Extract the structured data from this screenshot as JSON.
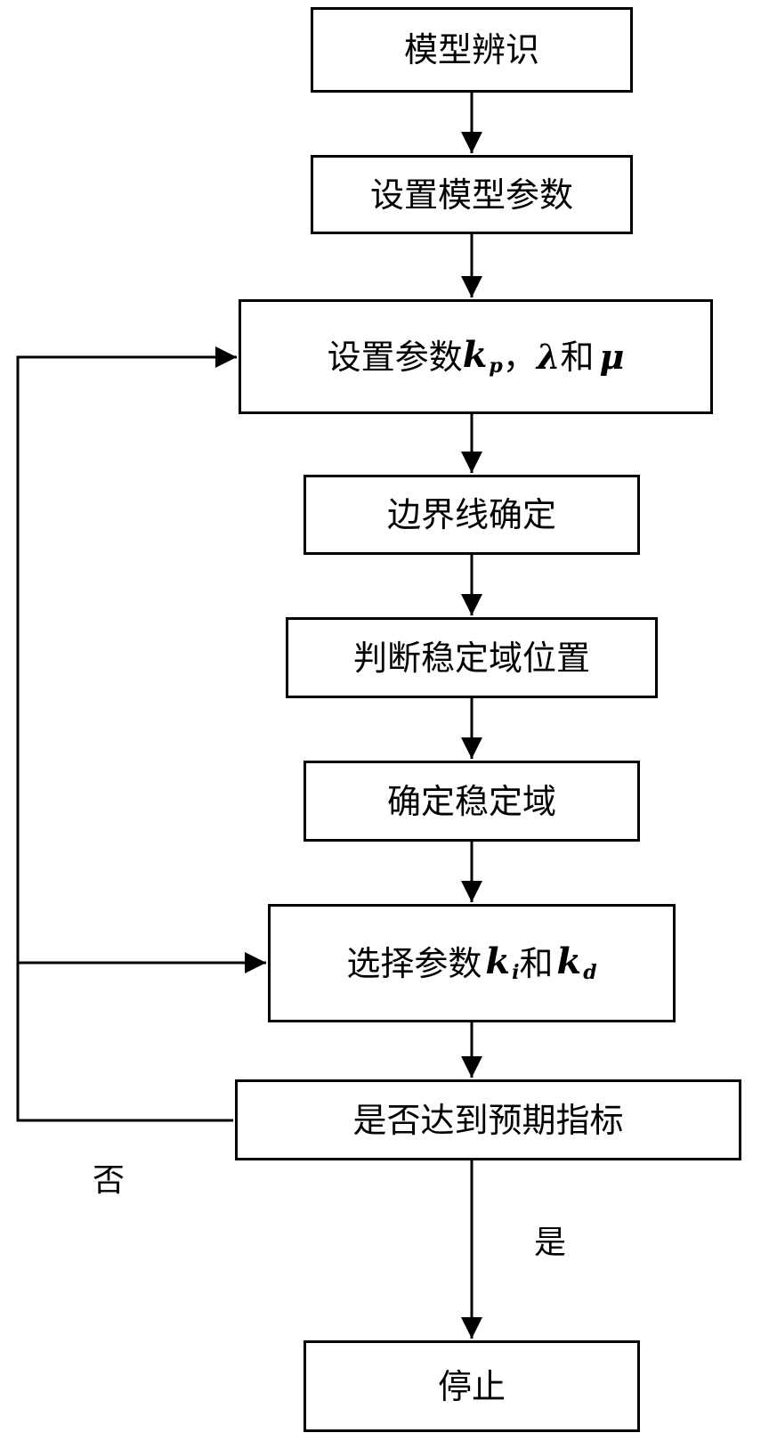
{
  "steps": {
    "model_identification": "模型辨识",
    "set_model_params": "设置模型参数",
    "set_params": {
      "prefix": "设置参数",
      "kp_base": "k",
      "kp_sub": "p",
      "comma": "，",
      "lambda": "λ",
      "and": "和",
      "mu": "μ"
    },
    "boundary_determination": "边界线确定",
    "judge_stable_region": "判断稳定域位置",
    "determine_stable_region": "确定稳定域",
    "select_params": {
      "prefix": "选择参数",
      "ki_base": "k",
      "ki_sub": "i",
      "and": "和",
      "kd_base": "k",
      "kd_sub": "d"
    },
    "check_target": "是否达到预期指标",
    "stop": "停止"
  },
  "branch_labels": {
    "no": "否",
    "yes": "是"
  }
}
